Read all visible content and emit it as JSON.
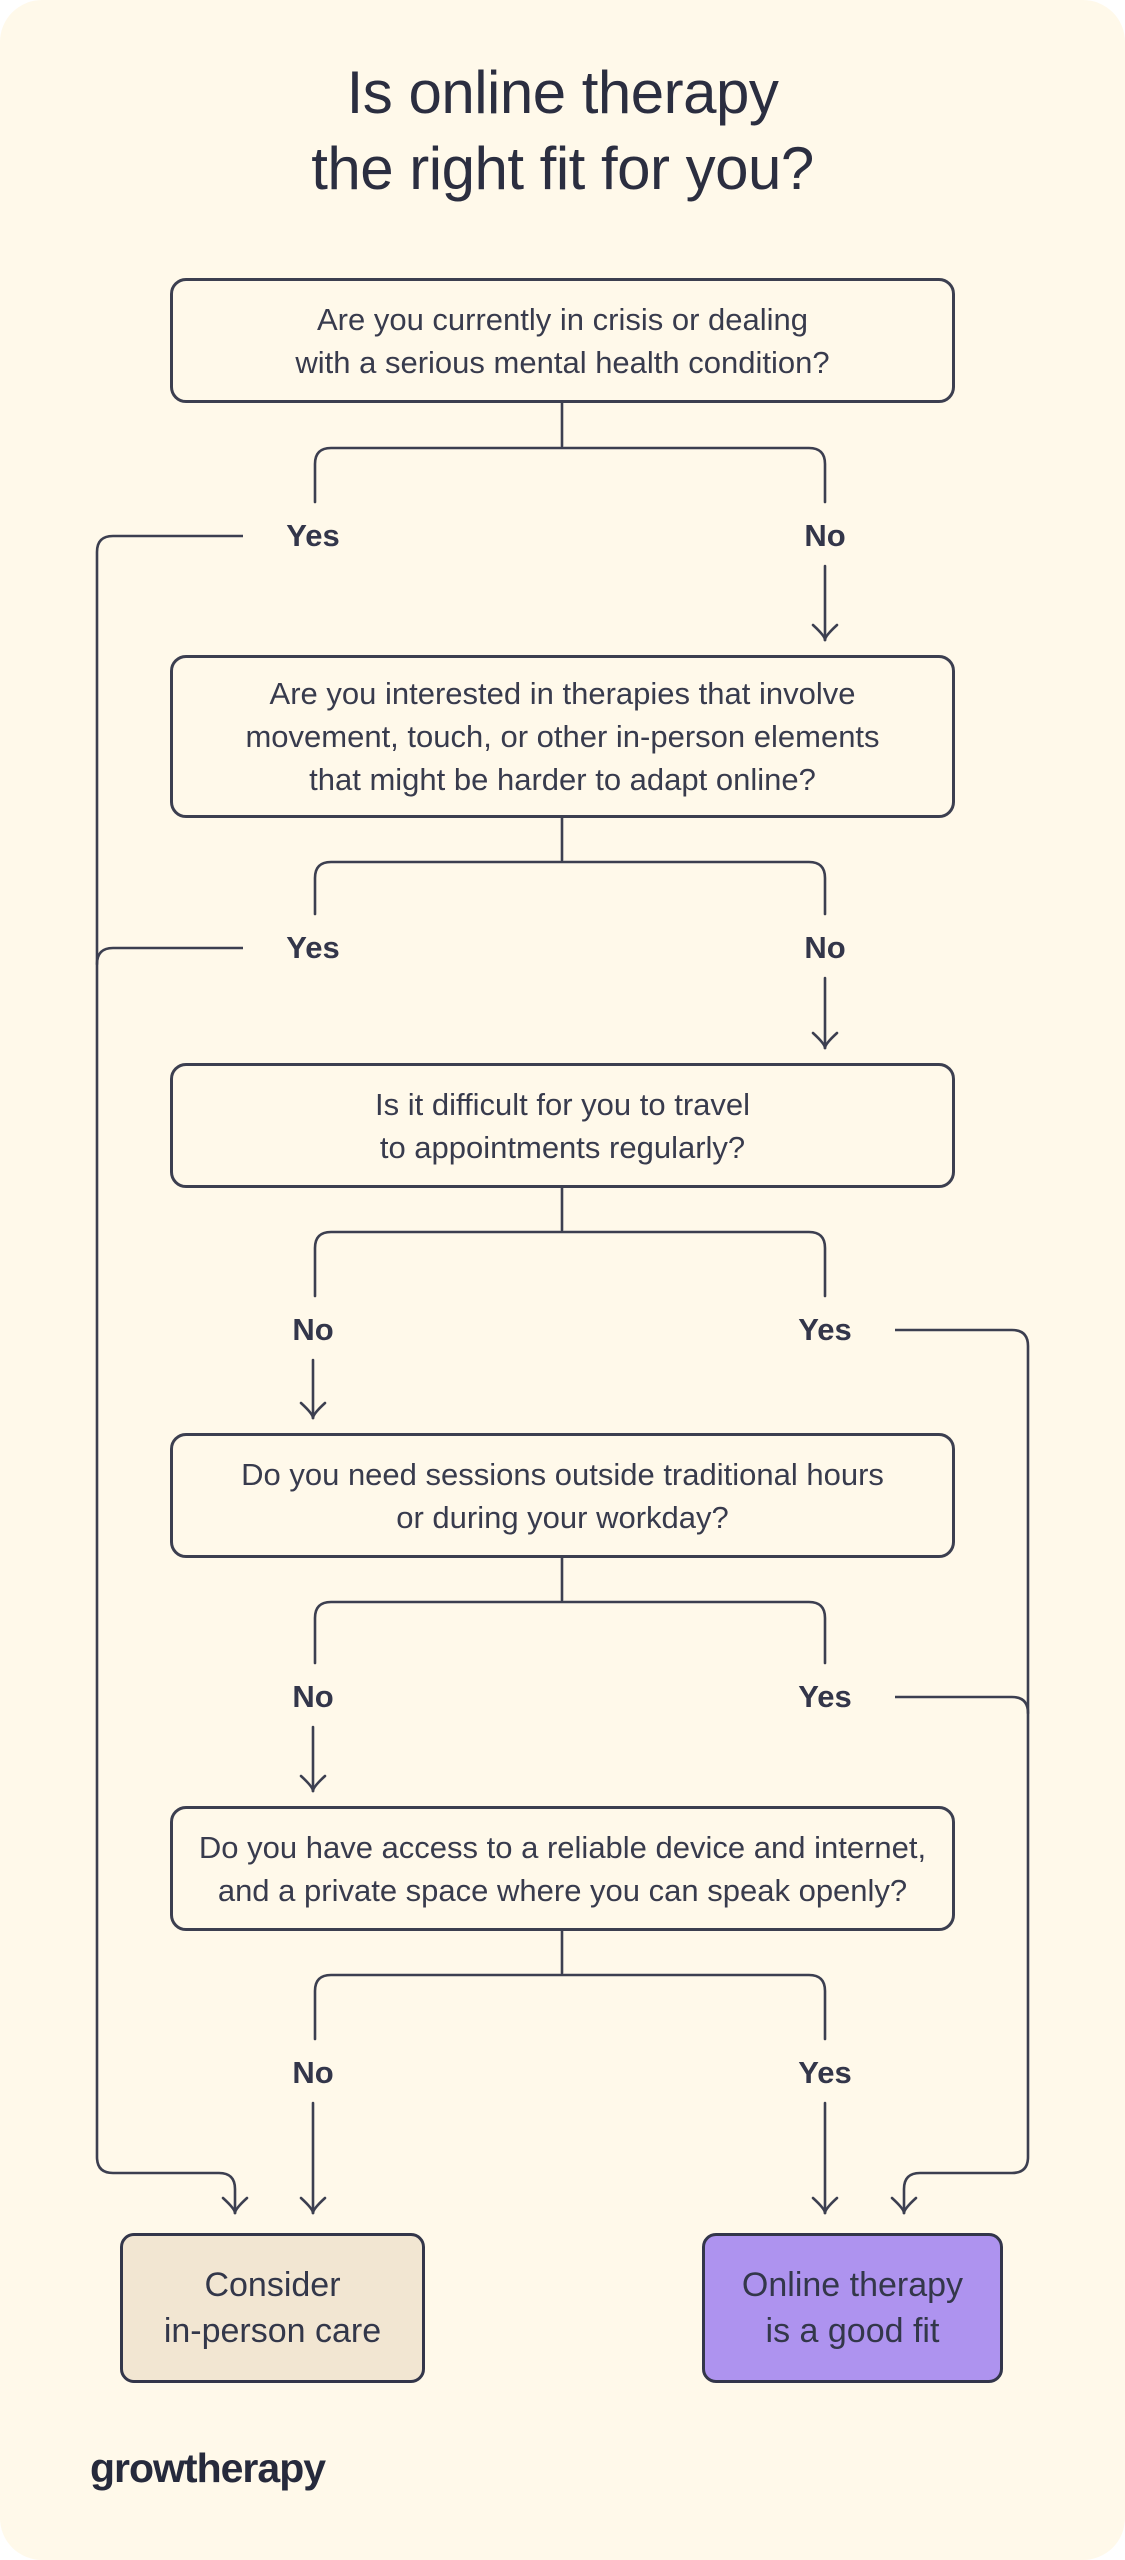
{
  "title": {
    "lines": [
      "Is online therapy",
      "the right fit for you?"
    ]
  },
  "flowchart": {
    "questions": [
      {
        "lines": [
          "Are you currently in crisis or dealing",
          "with a serious mental health condition?"
        ]
      },
      {
        "lines": [
          "Are you interested in therapies that involve",
          "movement, touch, or other in-person elements",
          "that might be harder to adapt online?"
        ]
      },
      {
        "lines": [
          "Is it difficult for you to travel",
          "to appointments regularly?"
        ]
      },
      {
        "lines": [
          "Do you need sessions outside traditional hours",
          "or during your workday?"
        ]
      },
      {
        "lines": [
          "Do you have access to a reliable device and internet,",
          "and a private space where you can speak openly?"
        ]
      }
    ],
    "branches": [
      {
        "left": "Yes",
        "right": "No"
      },
      {
        "left": "Yes",
        "right": "No"
      },
      {
        "left": "No",
        "right": "Yes"
      },
      {
        "left": "No",
        "right": "Yes"
      },
      {
        "left": "No",
        "right": "Yes"
      }
    ],
    "outcomes": [
      {
        "lines": [
          "Consider",
          "in-person care"
        ],
        "color": "#F2E6D2"
      },
      {
        "lines": [
          "Online therapy",
          "is a good fit"
        ],
        "color": "#AE93EF"
      }
    ]
  },
  "footer": {
    "brand": "growtherapy"
  },
  "colors": {
    "page": "#FFFFFF",
    "card_background": "#FFF9EA",
    "line_ink": "#3C3F50",
    "title_ink": "#2B2E40",
    "outcome_negative_fill": "#F2E6D2",
    "outcome_positive_fill": "#AE93EF"
  }
}
